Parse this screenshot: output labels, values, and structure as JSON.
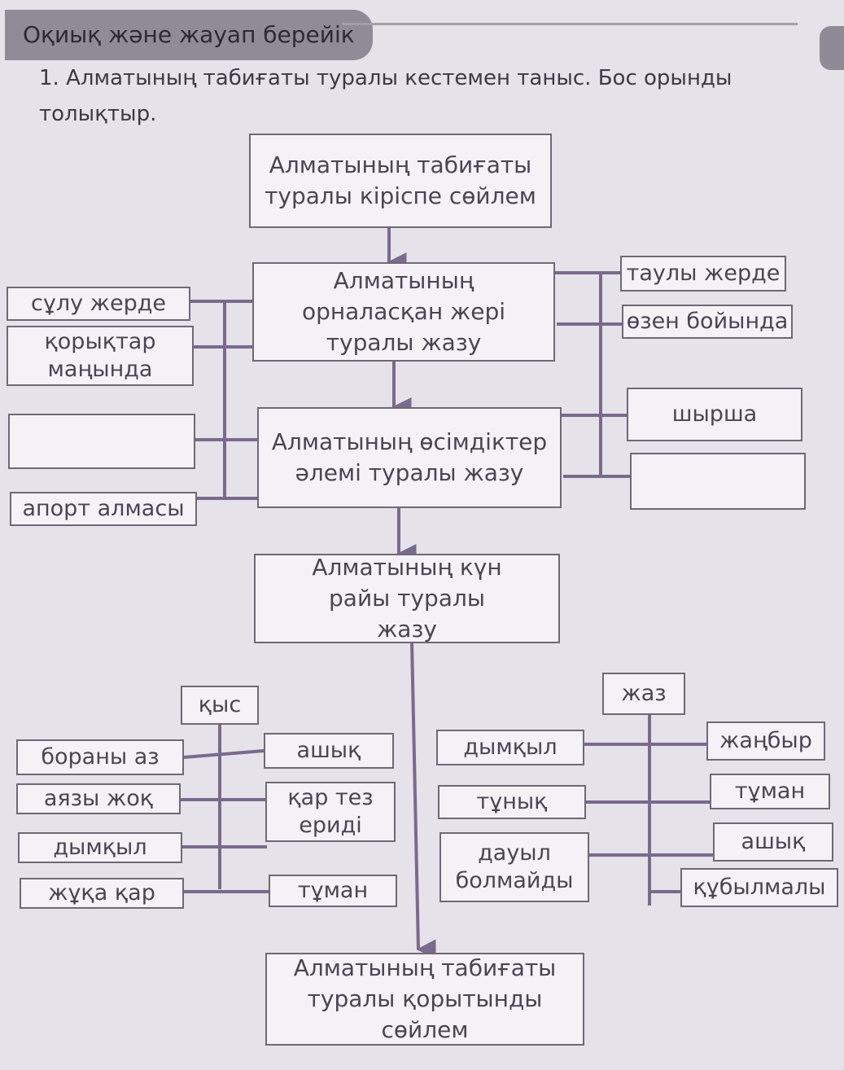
{
  "header": {
    "title": "Оқиық және жауап берейік"
  },
  "task": {
    "text": "1. Алматының табиғаты туралы кестемен таныс. Бос орынды толықтыр."
  },
  "flow": {
    "intro": "Алматының табиғаты туралы кіріспе сөйлем",
    "location": "Алматының орналасқан жері туралы жазу",
    "plants": "Алматының өсімдіктер әлемі туралы жазу",
    "weather": "Алматының күн райы туралы жазу",
    "conclusion": "Алматының табиғаты туралы қорытынды сөйлем"
  },
  "location_left": [
    "сұлу жерде",
    "қорықтар маңында"
  ],
  "location_right": [
    "таулы жерде",
    "өзен бойында"
  ],
  "plants_left": [
    "",
    "апорт алмасы"
  ],
  "plants_right": [
    "шырша",
    ""
  ],
  "winter": {
    "label": "қыс",
    "left": [
      "бораны аз",
      "аязы жоқ",
      "дымқыл",
      "жұқа қар"
    ],
    "right": [
      "ашық",
      "қар тез ериді",
      "тұман"
    ]
  },
  "summer": {
    "label": "жаз",
    "left": [
      "дымқыл",
      "тұнық",
      "дауыл болмайды"
    ],
    "right": [
      "жаңбыр",
      "тұман",
      "ашық",
      "құбылмалы"
    ]
  }
}
